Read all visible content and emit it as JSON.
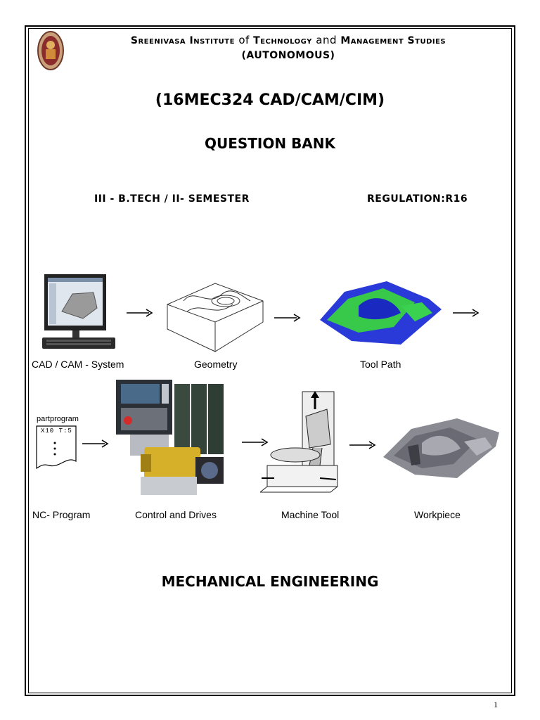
{
  "header": {
    "institute_p1": "Sreenivasa Institute",
    "institute_of": "of",
    "institute_p2": "Technology",
    "institute_and": "and",
    "institute_p3": "Management Studies",
    "autonomous": "(AUTONOMOUS)"
  },
  "course": "(16MEC324 CAD/CAM/CIM)",
  "doc_title": "QUESTION BANK",
  "semester": "III - B.TECH / II- SEMESTER",
  "regulation": "REGULATION:R16",
  "figure": {
    "captions": {
      "cad_cam": "CAD / CAM - System",
      "geometry": "Geometry",
      "tool_path": "Tool Path",
      "nc_program": "NC- Program",
      "control_drives": "Control and Drives",
      "machine_tool": "Machine Tool",
      "workpiece": "Workpiece"
    },
    "partprogram_label": "partprogram",
    "partprogram_code": "X10 T:5"
  },
  "department": "MECHANICAL ENGINEERING",
  "page_number": "1"
}
